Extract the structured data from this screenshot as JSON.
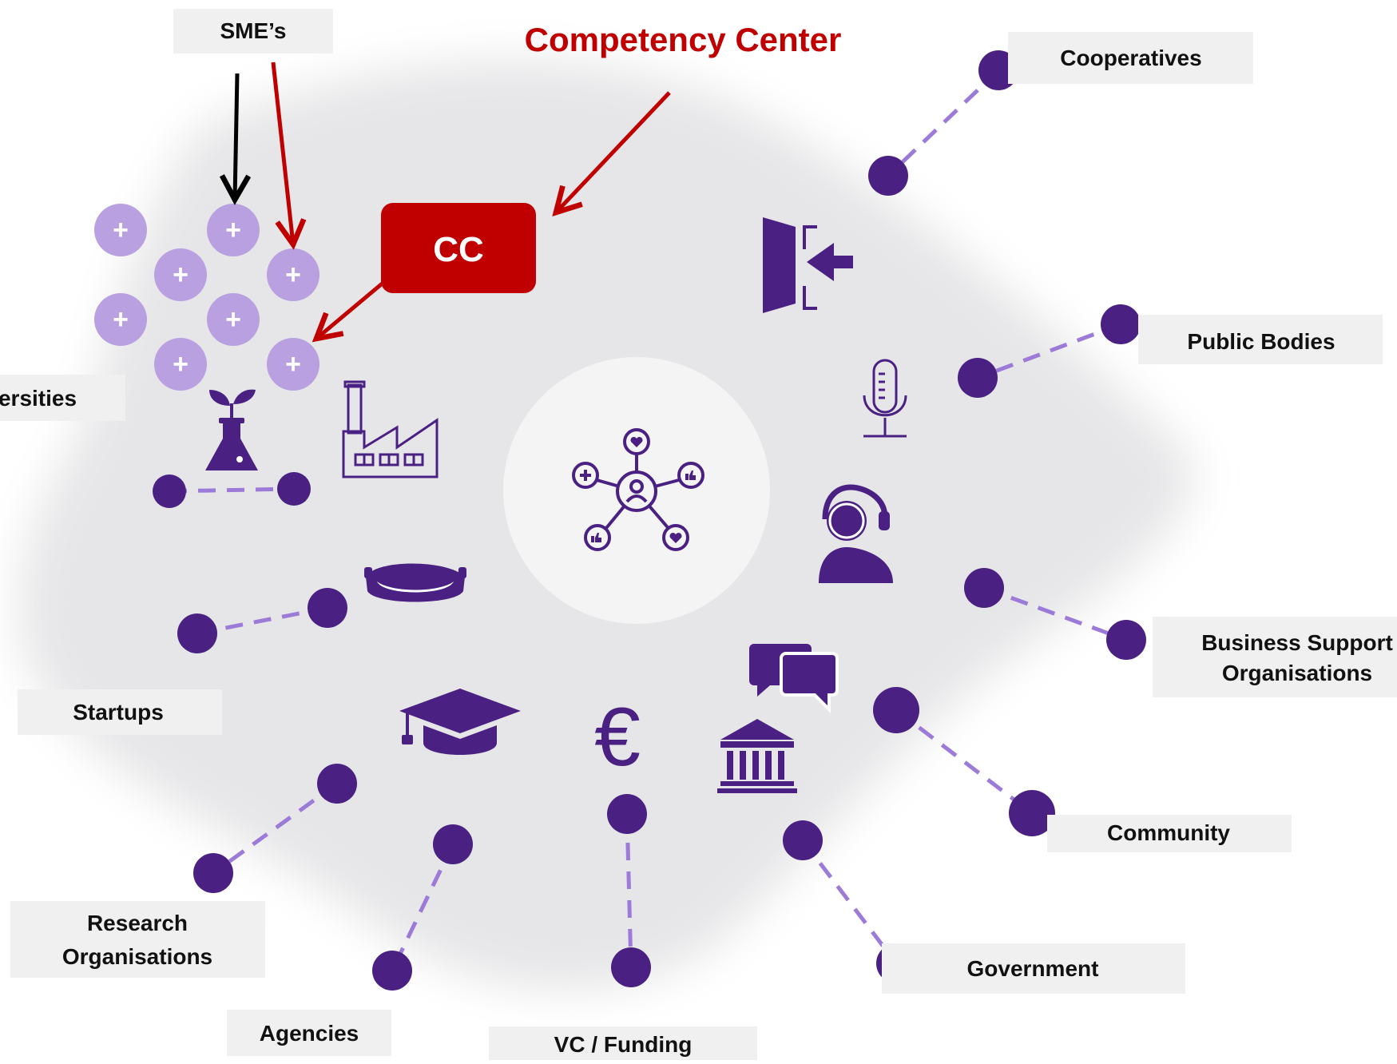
{
  "title": "Competency Center",
  "core": {
    "label": "CC"
  },
  "colors": {
    "dark_purple": "#4a2183",
    "light_purple": "#b9a0e0",
    "dash": "#9c7ad8",
    "red": "#c00000",
    "label_bg": "#f0f0f0",
    "cloud": "#ececee",
    "hub": "#f4f4f5"
  },
  "labels": {
    "smes": "SME’s",
    "universities": "ersities",
    "cooperatives": "Cooperatives",
    "public_bodies": "Public Bodies",
    "bso_line1": "Business  Support",
    "bso_line2": "Organisations",
    "community": "Community",
    "government": "Government",
    "vc_funding": "VC / Funding",
    "agencies": "Agencies",
    "research_line1": "Research",
    "research_line2": "Organisations",
    "startups": "Startups"
  },
  "plus_nodes": {
    "count": 9,
    "symbol": "+"
  },
  "icons": {
    "hub": "network-people-icon",
    "flask": "flask-plant-icon",
    "factory": "factory-icon",
    "entry": "door-entry-icon",
    "microphone": "microphone-icon",
    "support": "headset-person-icon",
    "vr": "vr-headset-icon",
    "chat": "chat-bubbles-icon",
    "bank": "government-building-icon",
    "euro": "euro-icon",
    "graduation": "graduation-cap-icon"
  },
  "euro_symbol": "€"
}
